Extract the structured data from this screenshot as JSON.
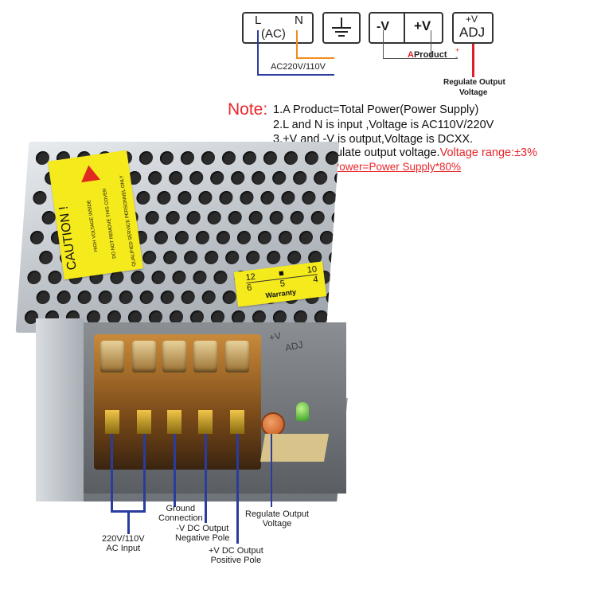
{
  "diagram": {
    "ac_box": {
      "l": "L",
      "n": "N",
      "ac": "(AC)"
    },
    "ac_label": "AC220V/110V",
    "ground_icon": "ground-icon",
    "dc_box": {
      "minus": "-V",
      "plus": "+V"
    },
    "adj_box": {
      "plus": "+V",
      "adj": "ADJ"
    },
    "product_label_a": "A",
    "product_label_rest": "Product",
    "product_plus": "+",
    "product_minus": "-",
    "regulate_label_line1": "Regulate Output",
    "regulate_label_line2": "Voltage"
  },
  "note": {
    "title": "Note:",
    "line1": "1.A Product=Total Power(Power Supply)",
    "line2": "2.L and N is input ,Voltage is AC110V/220V",
    "line3": "3.+V and -V is output,Voltage is DCXX.",
    "line4_prefix": "4.ADJ is regulate output voltage.",
    "line4_highlight": "Voltage range:±3%",
    "line5": "5.Max Load Power=Power  Supply*80%"
  },
  "device": {
    "caution_label": "CAUTION !",
    "caution_text1": "HIGH VOLTAGE INSIDE",
    "caution_text2": "DO NOT REMOVE THIS COVER",
    "caution_text3": "QUALIFIED SERVICE PERSONNEL ONLY",
    "warranty_label": "Warranty",
    "warranty_top": [
      "10",
      "■",
      "12"
    ],
    "warranty_bottom": [
      "4",
      "5",
      "6"
    ],
    "terminal_adj_label": "ADJ",
    "terminal_v_label": "+V"
  },
  "callouts": {
    "ac_input_line1": "220V/110V",
    "ac_input_line2": "AC Input",
    "ground_line1": "Ground",
    "ground_line2": "Connection",
    "neg_line1": "-V DC  Output",
    "neg_line2": "Negative Pole",
    "pos_line1": "+V DC  Output",
    "pos_line2": "Positive Pole",
    "reg_line1": "Regulate Output",
    "reg_line2": "Voltage"
  },
  "colors": {
    "wire_blue": "#2a3c9c",
    "wire_orange": "#f28c1c",
    "wire_red": "#e01e25",
    "note_red": "#e8262b",
    "caution_yellow": "#f5ea1c"
  }
}
